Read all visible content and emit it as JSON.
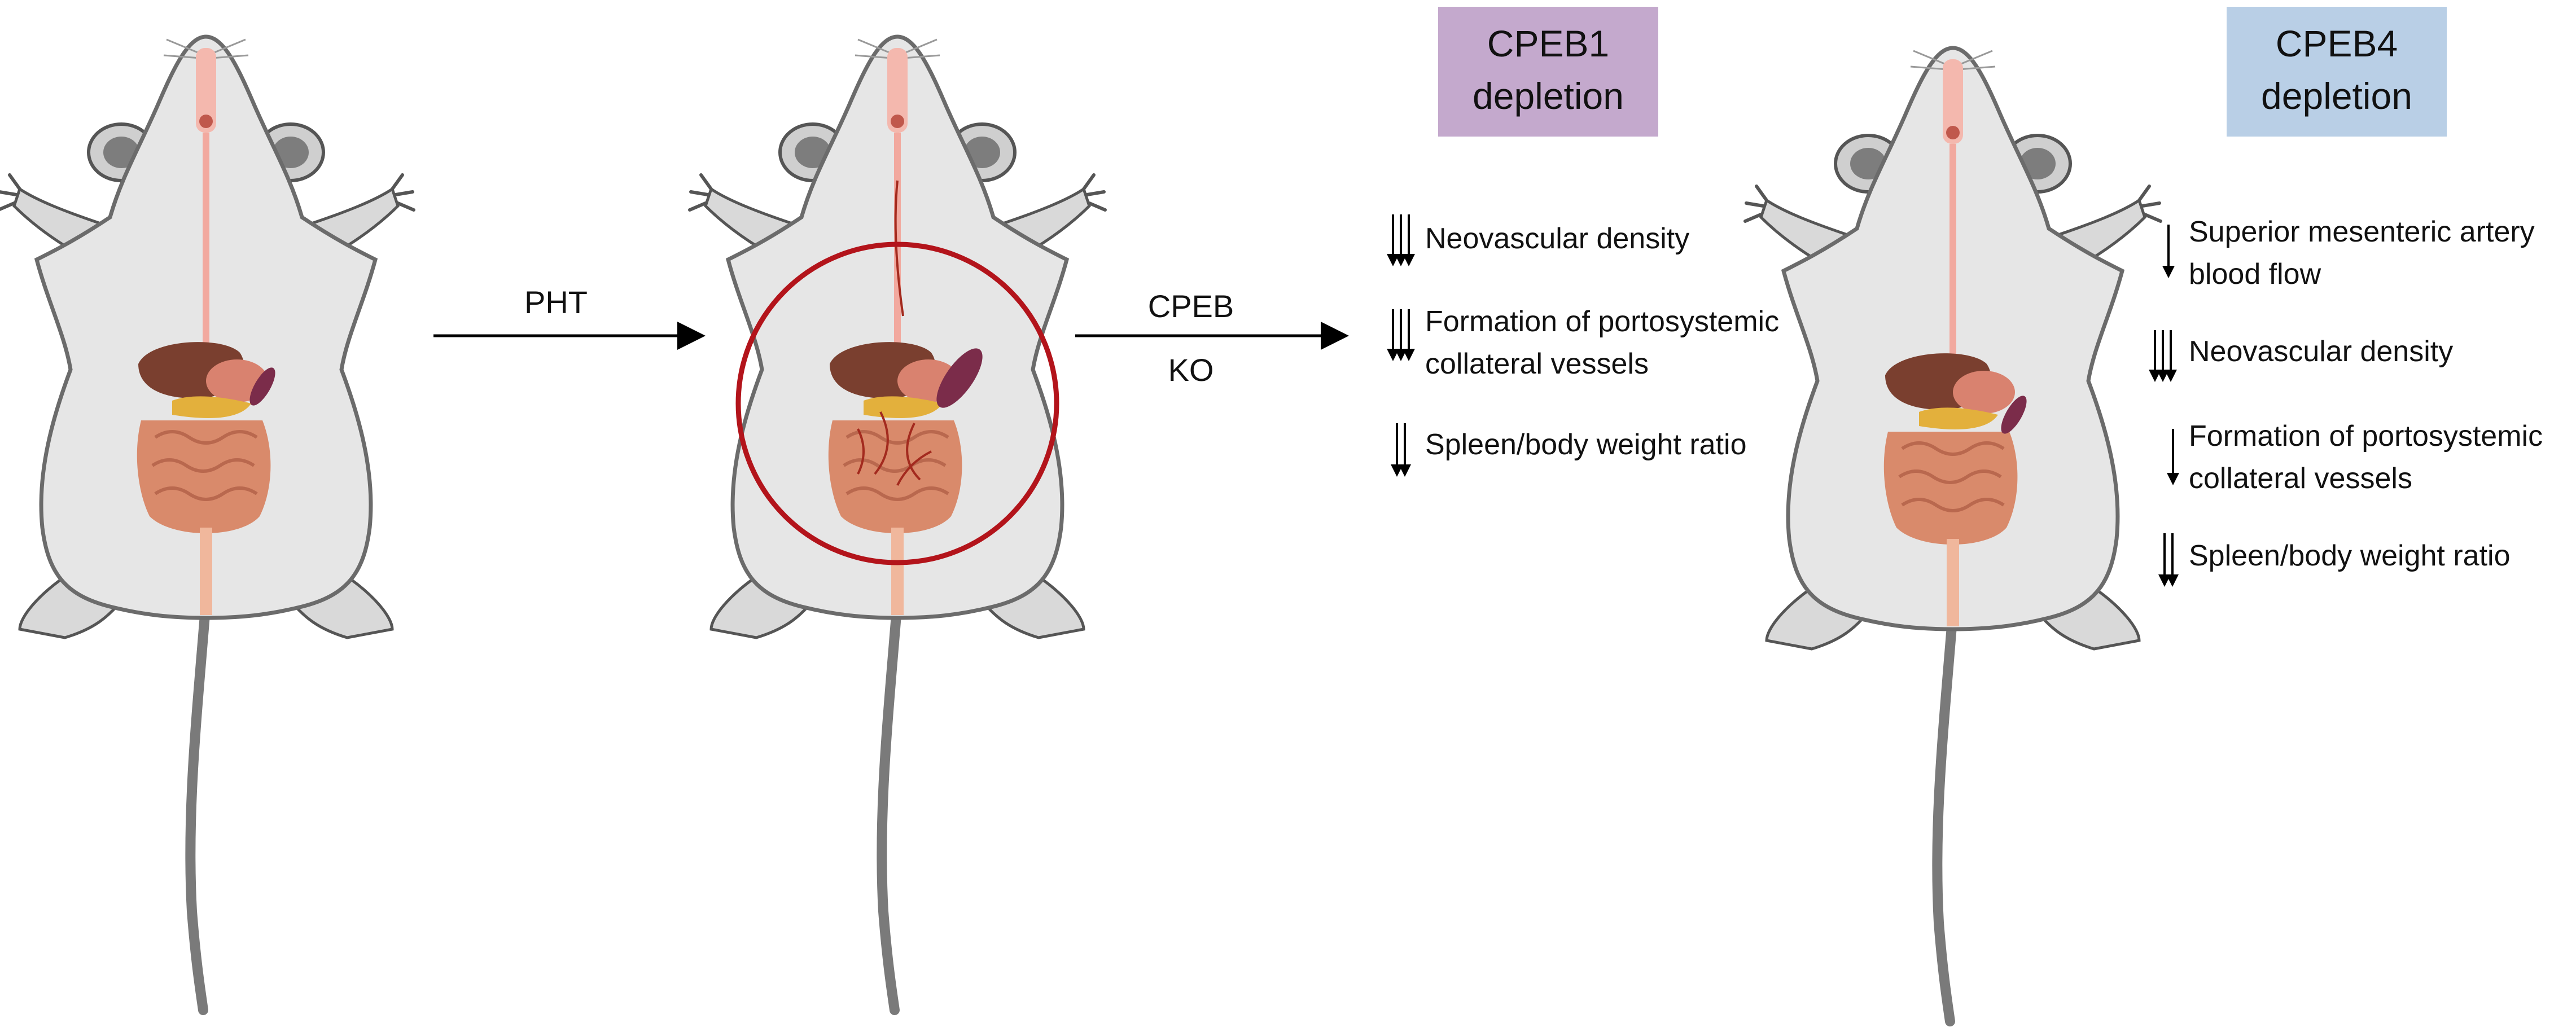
{
  "arrows": {
    "pht_label": "PHT",
    "cpeb_label": "CPEB",
    "ko_label": "KO"
  },
  "cpeb1": {
    "title_line1": "CPEB1",
    "title_line2": "depletion",
    "box_color": "#c4a9cd",
    "effects": [
      {
        "lines": [
          "Neovascular density"
        ],
        "arrow_count": 3
      },
      {
        "lines": [
          "Formation of portosystemic",
          "collateral vessels"
        ],
        "arrow_count": 3
      },
      {
        "lines": [
          "Spleen/body weight ratio"
        ],
        "arrow_count": 2
      }
    ]
  },
  "cpeb4": {
    "title_line1": "CPEB4",
    "title_line2": "depletion",
    "box_color": "#b9cfe6",
    "effects": [
      {
        "lines": [
          "Superior mesenteric artery",
          "blood flow"
        ],
        "arrow_count": 1
      },
      {
        "lines": [
          "Neovascular density"
        ],
        "arrow_count": 3
      },
      {
        "lines": [
          "Formation of portosystemic",
          "collateral vessels"
        ],
        "arrow_count": 1
      },
      {
        "lines": [
          "Spleen/body weight ratio"
        ],
        "arrow_count": 2
      }
    ]
  },
  "colors": {
    "highlight_circle": "#b3141b",
    "mouse_body": "#e6e6e6",
    "mouse_outline": "#6b6b6b",
    "tail": "#7a7a7a"
  },
  "icons": [
    "mouse-illustration",
    "down-arrow-icon",
    "right-arrow-icon",
    "highlight-circle"
  ]
}
